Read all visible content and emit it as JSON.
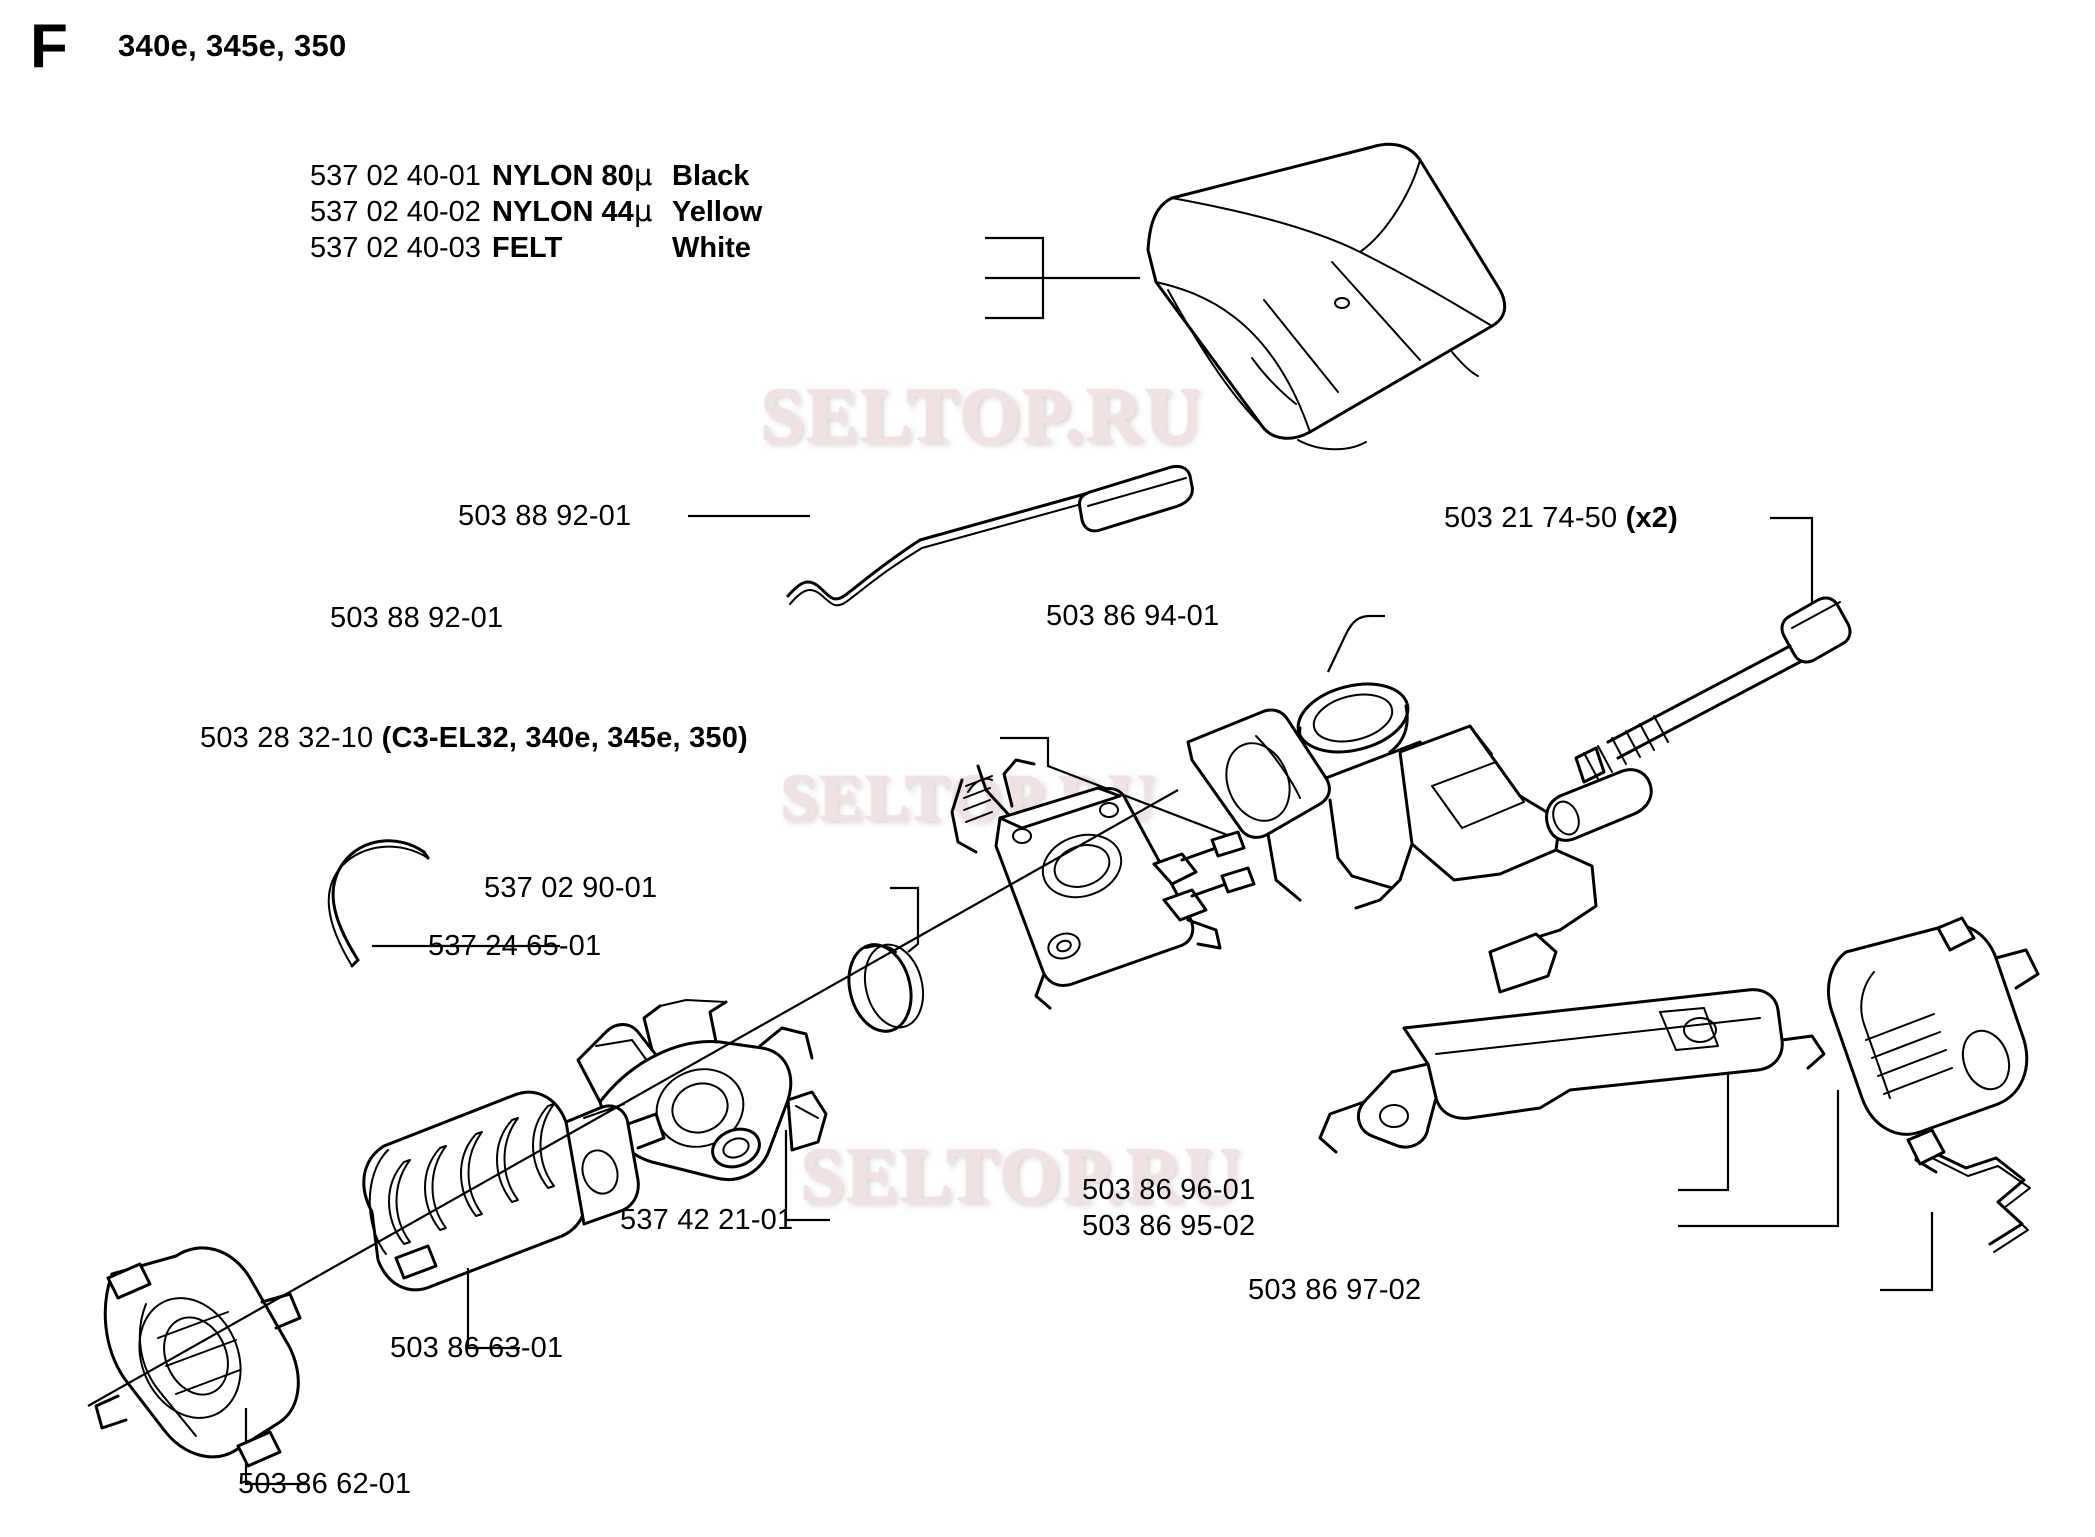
{
  "header": {
    "section_letter": "F",
    "models": "340e, 345e, 350"
  },
  "filter_block": {
    "rows": [
      {
        "number": "537 02 40-01",
        "material": "NYLON 80",
        "micron": "μ",
        "color": "Black"
      },
      {
        "number": "537 02 40-02",
        "material": "NYLON 44",
        "micron": "μ",
        "color": "Yellow"
      },
      {
        "number": "537 02 40-03",
        "material": "FELT",
        "micron": "",
        "color": "White"
      }
    ]
  },
  "callouts": {
    "throttle_rod_top": "503 88 92-01",
    "throttle_rod_bottom": "503 88 92-01",
    "screws": "503 21 74-50",
    "screws_qty": "(x2)",
    "intake_flange": "503 86 94-01",
    "carburetor_number": "503 28 32-10",
    "carburetor_spec": "(C3-EL32, 340e, 345e, 350)",
    "gasket": "537 02 90-01",
    "clip": "537 24 65-01",
    "choke_lever": "537 42 21-01",
    "bellows": "503 86 63-01",
    "intake_manifold": "503 86 62-01",
    "linkage_bar": "503 86 96-01",
    "throttle_plate": "503 86 95-02",
    "spring_rod": "503 86 97-02"
  },
  "watermarks": [
    {
      "text": "SELTOP.RU"
    },
    {
      "text": "SELTOP.RU"
    },
    {
      "text": "SELTOP.RU"
    }
  ]
}
